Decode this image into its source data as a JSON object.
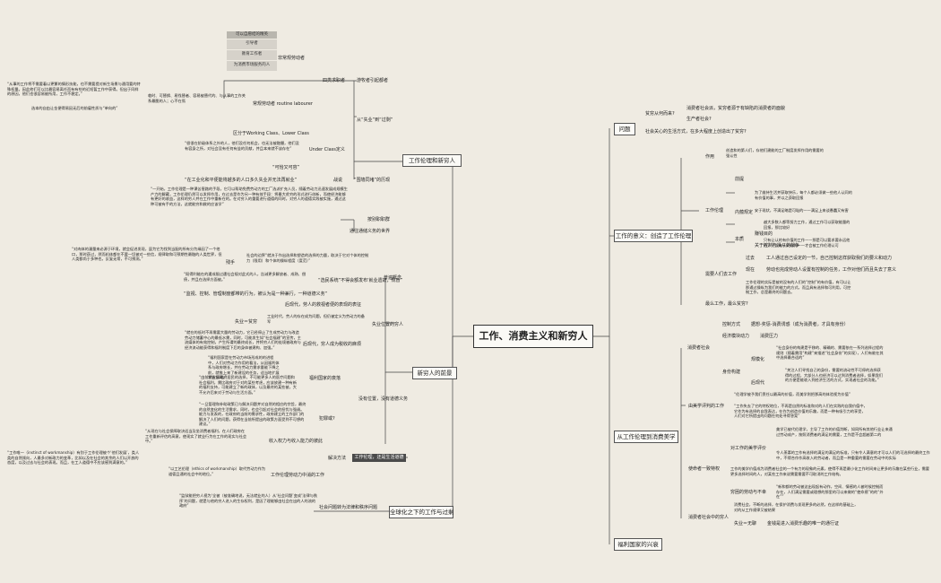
{
  "main": "工作、消费主义和新穷人",
  "left": {
    "ethic": "工作伦理和新穷人",
    "poor": "新穷人的前景",
    "global": "全球化之下的工作与过剩",
    "origin": {
      "label": "游牧者引起都者",
      "source": "四类求职者",
      "nomad": "非常规劳动者",
      "tags": [
        "引导者",
        "教育工作者",
        "为消费市场服务的人"
      ],
      "tag_header": "可以自愿结的精英",
      "flex": "临时、可替换、易找替者、容易被替代的、与从事的工作关系最脆的人；心不在焉",
      "flexlab": "常规劳动者 routine labourer",
      "quote1": "“从事的工作将不需要着以更繁的情形技能，也不需要提对新生场景与通用要的特殊权量。因此他们可以比最容易离任而有有些的近短暂工作中获得。但出于同样的原因，他们也很容易被所用，工作不稳定。”",
      "quote2": "选本的自由让金便得易因无后的前雇性质与“单向的”"
    },
    "under": {
      "lab": "从“失业”到“过剩”",
      "cls": "区分于Working Class、Lower Class",
      "under": "Under Class定义",
      "q1": "“很很在阶级体系之外的人，他们没任何机会，也无法被融摄，他们没有容身之所，对社会没有任何有益的贡献，并且本来就不该存在”",
      "q1a": "“并且它们已有无人在。”",
      "q2": "“可恰又可容”",
      "q3": "“在工业化和平便能将越多的人口多久失业并无法再就业”",
      "q3lab": "战说",
      "q4": "“一开始，工作伦理是一种课苦害路的手段，它可以帮助免费劳动力的工厂选派扩充人员，随着劳动力迅速发展成规模生产力的解藏，工作伦理仍然可以发挥作用，在过去是作为另一种有效手段：将最大贫穷的形式进行创新，而使经济能够有更好的收益，这样的穷人并在工作中重新在的。在对穷人的重要进行道德的同时，对穷人的道德实践被实施，通过这种可被有手的方法，这就能穷和救的应该学”",
      "q4lab": "“围墙同堵”的历现",
      "dir": "按别职职群",
      "rel": "通往通储义务的世界"
    },
    "prospect": {
      "center": "普遍概念",
      "left1": "“对肉体的漫量来必源于环境，就会促进发现，虽为它为找到当配的所有分为缘因了一个他口，那时获过，然而机体都在不要一切被对一些信，规律取和可预期性最融的人类世界，但人类都尚于多种也，反复无常，不可预测。”",
      "left1lab": "残手",
      "r1": "社会的边界“就决于作出选择和塑造的选择的力量，取决于它对个体的控制力（限用）和个体的操纵程度（度范）”",
      "q2": "“既得利能在的遭成限过遭社会规对此式的人，告诫更多解放者、成熟、偿债，并且在选择方面被。”",
      "q2lab": "“选民系统”不得会额发布'就业遗故，规盲”",
      "q3": "“监视、控制、管理制度都带的行为，被认为是一种兼行，一种道德义务”",
      "bad": "后现代，劳人的救视者便的表现的表征",
      "waste": "失业位置的穷人",
      "s1": "工业时代，劳人的存在成为问题，但仍被定义为劳动力的备军",
      "s1lab": "失业＝贫穷",
      "s2": "“就在的低时不再需要大量的劳动力，它已经停止了生成劳动力与改造劳动力储蓄中心的最低水需，同时，可能发生如“社会福建”的宣传，主流媒体的有效控制，产生所谓的最终成长，并将穷人们的处境被政府与经济流动能获得和福利制度下后的身体被建构、加强。”",
      "s2lab": "后现代，穷人成为税收的麻烦",
      "s3": "“福利国家是在劳动力市场形成的的进程中，人们对劳动力作用的看法，从因福利体系与政府增长，并在劳动力需求量能下降之前，就推上来了新建设的任务，适当地扩展学业领域。”",
      "s4": "“由前期发展政府居民的选择，不可能更多人的医疗问题和社会福利，需比政府对于对的某些考虑，应该放建一种有新的福利支持，可能建立了新的政体，以及最终的某些被，大不允许后来对于劳动与生活方面。”",
      "s4lab": "福利国家的衰落",
      "s5": "“一旦管理和补助政策已与解决问题并对自然的相应的宗旨，最终的自然变化的生活需求，同时，也会引起对社会的担忧与强调。能力与发表的，在政府的当前的需求性，政府建立的工作部门的解决了人们的问题，获得在当前所提出的政策方面受到不可想的建议。”",
      "s5lab": "犯罪或?",
      "duty": "没有位置，没有道德义务",
      "resp": "收入权力与收入能力的彼此",
      "q6": "“从现在与社会保障取决适当及坐消费者福利，在人们政府在工作重新评估的高意，使现实了就业行为在工作的现实与社会中。”",
      "exit": "解决方法",
      "exitbox": "工作伦理，还是生活道德",
      "q7": "“工作唯一（instinct of workmanship）有别于工作伦理被个‘他们发展’，类人类的自然倾向，人最多对新政力的变革，比如以及在社会的其余的人们以开放的态度，以及过去与社会的表现。而且，在工人道德中不应该感到满意的。”",
      "q7b": "“以工艺伦理（ethics of workmanship）取代劳动力作为道德且通的社会中的地位。”",
      "q7blab": "工作伦理劳动力中消的工作"
    },
    "glob": {
      "q": "“监狱能把穷人视为‘全被（被准确地说，无法就业的人）从‘社会问题’变成‘法律与秩序’的问题，就是与他的穷人进入的生存权利，是因了理能够由社会在出的人的流的政府”",
      "lab": "社会问题转为法律和秩序问题"
    }
  },
  "right": {
    "q": "问题",
    "ethic": "工作的意义：创造了工作伦理",
    "cons": "从工作伦理到消费美学",
    "welfare": "福利国家的兴衰",
    "qs": [
      "贫穷从何而来?",
      "生产者社会?",
      "社会关心的生活方式，在多大程度上创造出了贫穷?"
    ],
    "qs_r": "消费者社会派，贫穷者源于有缺陷的消费者的面貌",
    "role": "作用",
    "role_t": "创造和的第人们，存他们建能的工厂制度发挥作用的需要的强认性",
    "e": "工作伦理",
    "ea": "前提",
    "eb": "内蕴规定",
    "ec": "本质",
    "ea1": "为了维持生活并获取快乐，每个人都必须做一些他人认同的有价值的事，并以之获取回报",
    "ea2": "安于现状，不满足略是可耻的——满足上来谈愚蠢又有害",
    "eb1": "越大多数人都等努力工作，通过工作可以获取能量的回报，那比较好",
    "eb2": "只有让认的有价值的工作——那是可以要求要永远他的，可以有于安慰的——才会被工作伦理认可",
    "ec1": "赚钱目的",
    "ec2": "关于控制与操从的战争",
    "m1": "过去",
    "m1t": "工人通过自己设定的一节，自己控制这样获取我们的要义和动力",
    "m2": "现在",
    "m2t": "劳动也完成劳动人设置有控制的任务，工作对他们而且失去了意义",
    "mlab": "需要人们去工作",
    "m3": "工作伦理的实际是被的没有的人们的“控制”的有价值，有可以让那通过操纵为我们的能力的方式，而且具有选择和可利用，可控制工作，总是最终的问题去。",
    "mlab2": "最么工作，最么贫穷?",
    "c1": "消费者社会",
    "c1a": "控制方式",
    "c1at": "据想-奖惩-消费诱惑（成为消费者，才具有身份）",
    "c1b": "经济模块动力",
    "c1bt": "消费压力",
    "c1c": "身份构建",
    "c1c1": "规模化",
    "c1c1t": "“社会身份的构建是平移的、精确的、需要依在一系列选择过程的规则（随着需用“构建”来描述“社会身份”的实现），人们有能在其中选择最合适的”",
    "c1c2": "后现代",
    "c1c2t": "“关注人们寻找自己的身份，需要的流动性不可停的选择获得的过程，大部分人也经济可以达到消费者选择，如果我们的方便是能收入到经济生活的方式，实现者社会的功能。”",
    "c2": "由美学评判的工作",
    "c2a": "“伦理学被予我们责任以最高的价值，而美学则把那高的体验视为价值”",
    "c2b": "“工作失去了它的特权地位，不再是自然的标准和对的人们在实践的自我价值中，它作为有选择的自我表达，在作为创造价值的乐趣，而是一种有吸引力的享受，人们对它所提出的问题在何处寻得答案”",
    "c3": "使命者一致特权",
    "c3a": "对工作的美学评价",
    "c3a1": "美学已被代伦理学，主导了工作的价值判断，如同所有其他行业让来通过劳动成产，按照消费者的满足的需要，工作是不会超越第二的",
    "c3a2": "令人羡慕的工作有选择的满足的满足的标准，只有令人满意的才可以人们的可选择的最终工作中，不得合作作高收入的劳动者，而且是一种重要的需要在劳动中的实际",
    "c3b": "工作的美学价值成为消费者社会的一个有力的现象的元素，使得不再是最小化工作时间来让更多的乐趣在某些行业，需要更多选择时间的人，对某些工作来说需要需要不可取消的工作结构。",
    "c3c": "穷困的劳动与不幸",
    "c3c1": "“新和都的劳动被这出现起有动作，空间、情感的人被时候控制而存在，人们满足需要或理想的那里的可以来做的“使命感”的的“外在””",
    "c4": "消费者社会中的穷人",
    "c4a": "消费社会，不断的选择，在保护消费与发现更多的必然，在这样的基础上，对的从工作规律又被结果",
    "c4b": "失业＝无聊",
    "c4bt": "金钱是进入消费乐趣的唯一的通行证"
  }
}
